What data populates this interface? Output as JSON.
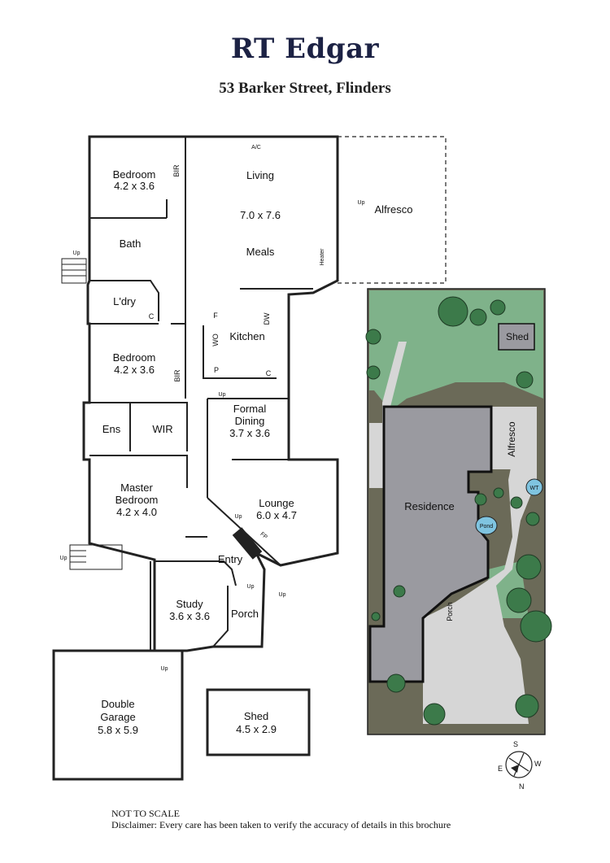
{
  "header": {
    "brand": "RT Edgar",
    "address": "53 Barker Street, Flinders"
  },
  "floorplan": {
    "rooms": [
      {
        "name": "Bedroom",
        "size": "4.2 x 3.6"
      },
      {
        "name": "Bath",
        "size": ""
      },
      {
        "name": "L'dry",
        "size": ""
      },
      {
        "name": "Living",
        "size": "7.0 x 7.6"
      },
      {
        "name": "Meals",
        "size": ""
      },
      {
        "name": "Alfresco",
        "size": ""
      },
      {
        "name": "Kitchen",
        "size": ""
      },
      {
        "name": "Bedroom",
        "size": "4.2 x 3.6"
      },
      {
        "name": "Ens",
        "size": ""
      },
      {
        "name": "WIR",
        "size": ""
      },
      {
        "name": "Formal",
        "size": "Dining"
      },
      {
        "name": "Master",
        "size": "Bedroom"
      },
      {
        "name": "Lounge",
        "size": "6.0 x 4.7"
      },
      {
        "name": "Entry",
        "size": ""
      },
      {
        "name": "Study",
        "size": "3.6 x 3.6"
      },
      {
        "name": "Porch",
        "size": ""
      },
      {
        "name": "Double",
        "size": "Garage"
      },
      {
        "name": "Shed",
        "size": "4.5 x 2.9"
      }
    ],
    "extra_sizes": {
      "formal_dining": "3.7 x 3.6",
      "master_bedroom": "4.2 x 4.0",
      "garage": "5.8 x 5.9"
    },
    "fixtures": {
      "bir": "BIR",
      "ac": "A/C",
      "heater": "Heater",
      "up": "Up",
      "c": "C",
      "f": "F",
      "wo": "WO",
      "dw": "DW",
      "p": "P",
      "fp": "FP"
    }
  },
  "siteplan": {
    "labels": {
      "shed": "Shed",
      "alfresco": "Alfresco",
      "residence": "Residence",
      "wt": "WT",
      "pond": "Pond",
      "porch": "Porch"
    }
  },
  "compass": {
    "s": "S",
    "e": "E",
    "w": "W",
    "n": "N"
  },
  "footer": {
    "scale_note": "NOT TO SCALE",
    "disclaimer": "Disclaimer: Every care has been taken to verify the accuracy of details in this brochure"
  },
  "colors": {
    "brand": "#1c2244",
    "wall": "#222222",
    "lawn": "#7fb28a",
    "garden": "#6b6a58",
    "paving": "#d6d6d6",
    "residence": "#9a9aa0",
    "water": "#7fc4e0"
  }
}
